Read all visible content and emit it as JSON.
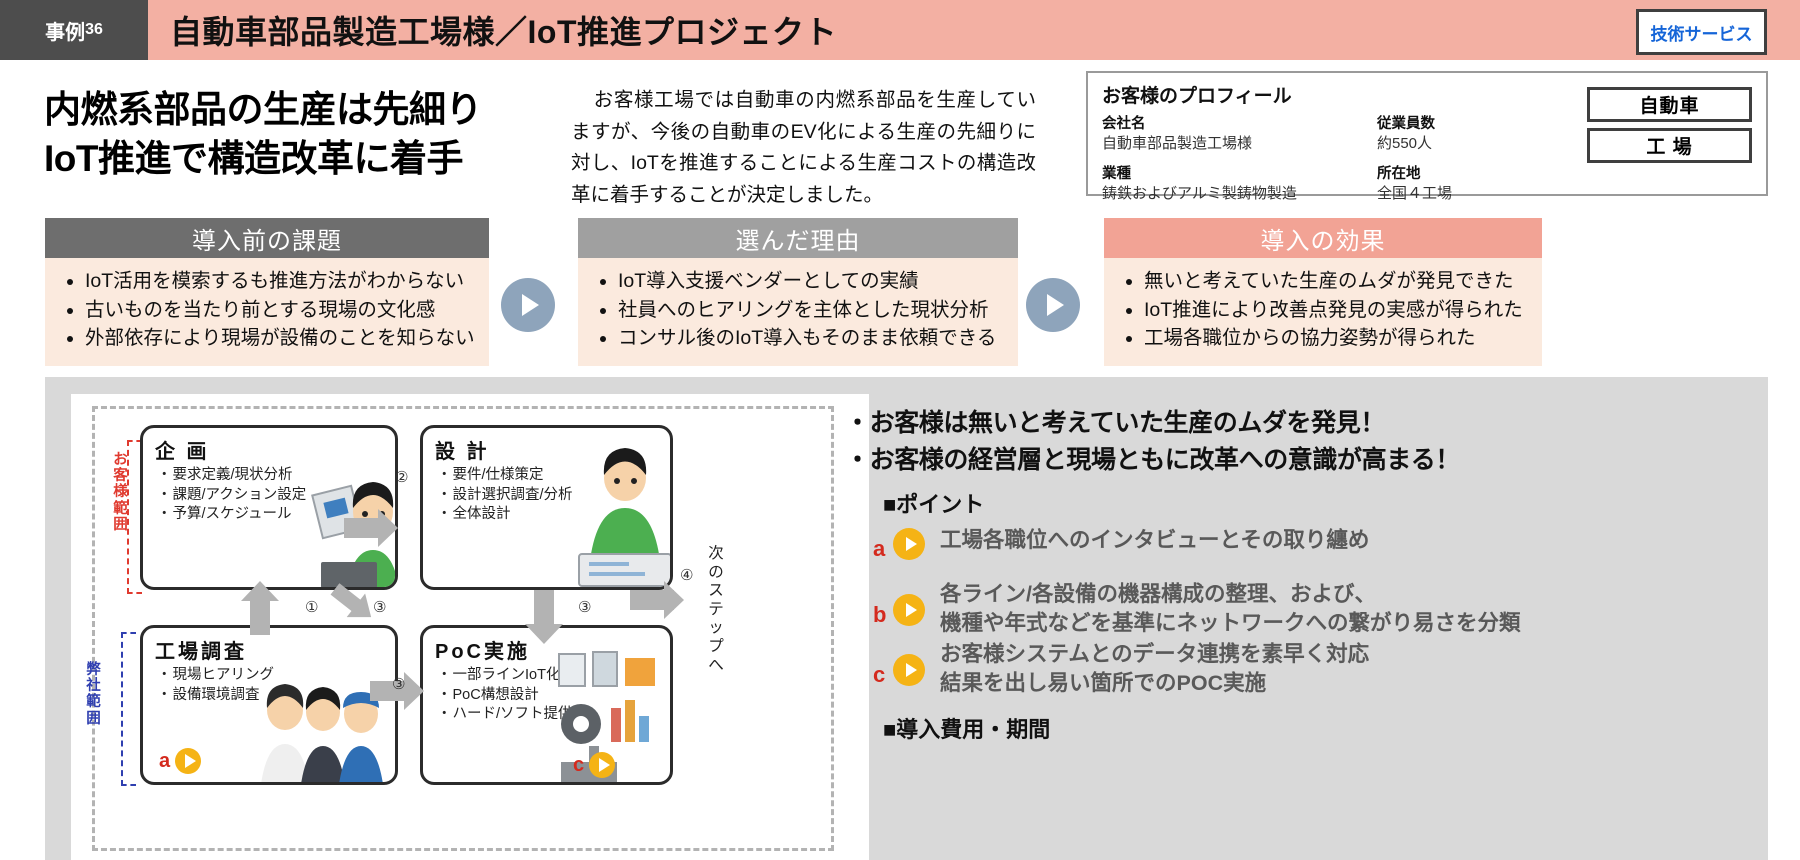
{
  "header": {
    "case_label": "事例",
    "case_number": "36",
    "title": "自動車部品製造工場様／IoT推進プロジェクト",
    "service_badge": "技術サービス",
    "bg_color": "#f3b0a3",
    "tag_bg_color": "#4d4d4d",
    "badge_text_color": "#1565d8"
  },
  "headline": {
    "line1": "内燃系部品の生産は先細り",
    "line2": "IoT推進で構造改革に着手"
  },
  "lead": {
    "text": "お客様工場では自動車の内燃系部品を生産していますが、今後の自動車のEV化による生産の先細りに対し、IoTを推進することによる生産コストの構造改革に着手することが決定しました。"
  },
  "profile": {
    "title": "お客様のプロフィール",
    "fields": [
      {
        "label": "会社名",
        "value": "自動車部品製造工場様"
      },
      {
        "label": "業種",
        "value": "鋳鉄およびアルミ製鋳物製造"
      },
      {
        "label": "従業員数",
        "value": "約550人"
      },
      {
        "label": "所在地",
        "value": "全国４工場"
      }
    ],
    "tags": [
      "自動車",
      "工 場"
    ]
  },
  "panels": [
    {
      "heading": "導入前の課題",
      "heading_color": "#6e6e6e",
      "items": [
        "IoT活用を模索するも推進方法がわからない",
        "古いものを当たり前とする現場の文化感",
        "外部依存により現場が設備のことを知らない"
      ]
    },
    {
      "heading": "選んだ理由",
      "heading_color": "#a0a0a0",
      "items": [
        "IoT導入支援ベンダーとしての実績",
        "社員へのヒアリングを主体とした現状分析",
        "コンサル後のIoT導入もそのまま依頼できる"
      ]
    },
    {
      "heading": "導入の効果",
      "heading_color": "#f2a395",
      "items": [
        "無いと考えていた生産のムダが発見できた",
        "IoT推進により改善点発見の実感が得られた",
        "工場各職位からの協力姿勢が得られた"
      ]
    }
  ],
  "flow": {
    "scope_customer": "お客様範囲",
    "scope_ours": "弊社範囲",
    "next_step": "次のステップへ",
    "steps": [
      "①",
      "②",
      "③",
      "③",
      "③",
      "④"
    ],
    "boxes": [
      {
        "title": "企 画",
        "items": [
          "要求定義/現状分析",
          "課題/アクション設定",
          "予算/スケジュール"
        ]
      },
      {
        "title": "設 計",
        "items": [
          "要件/仕様策定",
          "設計選択調査/分析",
          "全体設計"
        ]
      },
      {
        "title": "工場調査",
        "items": [
          "現場ヒアリング",
          "設備環境調査"
        ]
      },
      {
        "title": "PoC実施",
        "items": [
          "一部ラインIoT化",
          "PoC構想設計",
          "ハード/ソフト提供"
        ]
      }
    ],
    "markers": [
      "a",
      "c"
    ]
  },
  "results": {
    "line1": "・お客様は無いと考えていた生産のムダを発見！",
    "line2": "・お客様の経営層と現場ともに改革への意識が高まる！",
    "points_title": "■ポイント",
    "points": [
      {
        "letter": "a",
        "lines": [
          "工場各職位へのインタビューとその取り纏め"
        ]
      },
      {
        "letter": "b",
        "lines": [
          "各ライン/各設備の機器構成の整理、および、",
          "機種や年式などを基準にネットワークへの繋がり易さを分類"
        ]
      },
      {
        "letter": "c",
        "lines": [
          "お客様システムとのデータ連携を素早く対応",
          "結果を出し易い箇所でのPOC実施"
        ]
      }
    ],
    "cost_title": "■導入費用・期間"
  }
}
